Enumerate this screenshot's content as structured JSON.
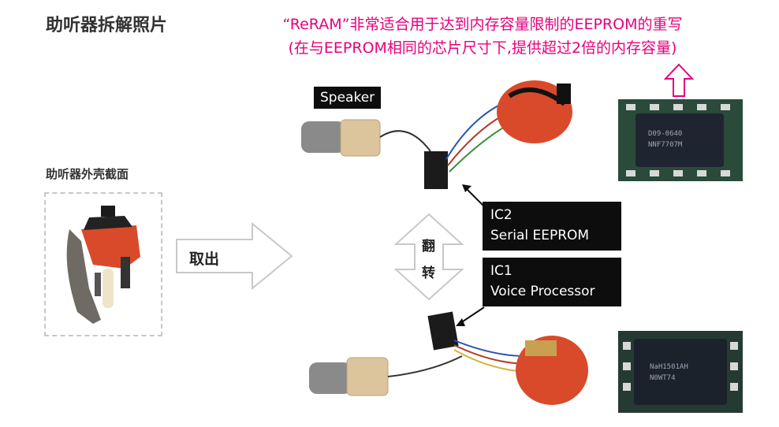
{
  "title": "助听器拆解照片",
  "subtitle": "助听器外壳截面",
  "headline": {
    "line1": "“ReRAM”非常适合用于达到内存容量限制的EEPROM的重写",
    "line2": "(在与EEPROM相同的芯片尺寸下,提供超过2倍的内存容量)"
  },
  "labels": {
    "speaker": "Speaker",
    "take_out": "取出",
    "flip_1": "翻",
    "flip_2": "转",
    "ic2_line1": "IC2",
    "ic2_line2": "Serial EEPROM",
    "ic1_line1": "IC1",
    "ic1_line2": "Voice Processor"
  },
  "chips": {
    "top_marking_1": "D09-0640",
    "top_marking_2": "NNF7707M",
    "bottom_marking_1": "NaH1501AH",
    "bottom_marking_2": "N0WT74"
  },
  "colors": {
    "accent": "#e6007e",
    "title": "#333333",
    "label_bg": "#0d0d0d",
    "arrow_outline": "#c8c8c8",
    "device_red": "#d94a2a"
  }
}
